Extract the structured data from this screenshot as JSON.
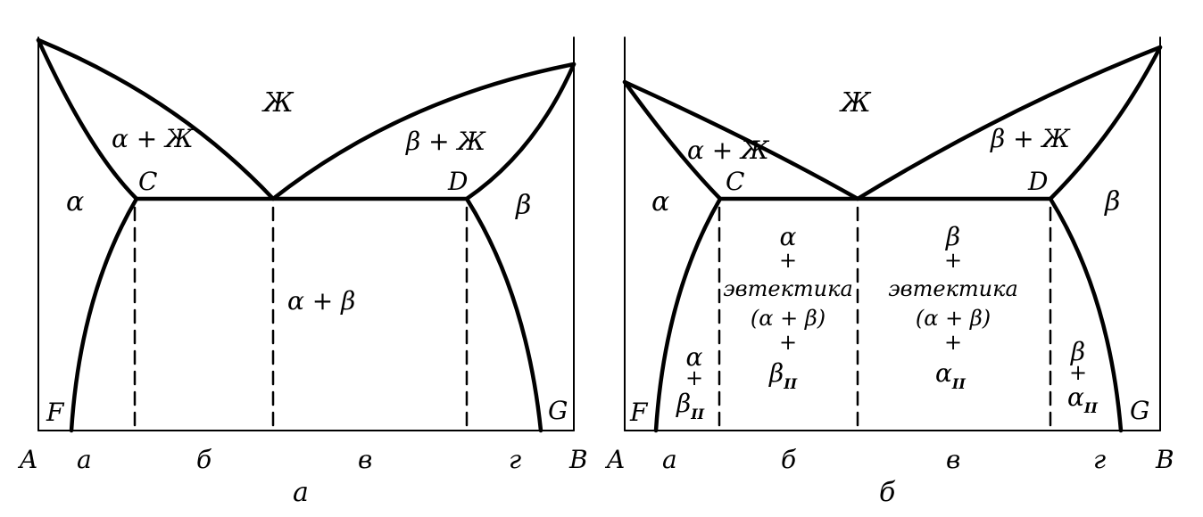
{
  "diagram_a": {
    "caption": "а",
    "axis": {
      "left": "A",
      "right": "B"
    },
    "points": {
      "C": "C",
      "D": "D",
      "F": "F",
      "G": "G"
    },
    "sections": [
      "а",
      "б",
      "в",
      "г"
    ],
    "regions": {
      "liquid": "Ж",
      "alpha_liquid": "α + Ж",
      "beta_liquid": "β + Ж",
      "alpha": "α",
      "beta": "β",
      "alpha_beta": "α + β"
    }
  },
  "diagram_b": {
    "caption": "б",
    "axis": {
      "left": "A",
      "right": "B"
    },
    "points": {
      "C": "C",
      "D": "D",
      "F": "F",
      "G": "G"
    },
    "sections": [
      "а",
      "б",
      "в",
      "г"
    ],
    "regions": {
      "liquid": "Ж",
      "alpha_liquid": "α + Ж",
      "beta_liquid": "β + Ж",
      "alpha": "α",
      "beta": "β",
      "hypo": [
        "α",
        "+",
        "эвтектика",
        "(α + β)",
        "+"
      ],
      "hypo_sec": {
        "base": "β",
        "sub": "II"
      },
      "hyper": [
        "β",
        "+",
        "эвтектика",
        "(α + β)",
        "+"
      ],
      "hyper_sec": {
        "base": "α",
        "sub": "II"
      },
      "left_small": [
        "α",
        "+"
      ],
      "left_small_sec": {
        "base": "β",
        "sub": "II"
      },
      "right_small": [
        "β",
        "+"
      ],
      "right_small_sec": {
        "base": "α",
        "sub": "II"
      }
    }
  }
}
